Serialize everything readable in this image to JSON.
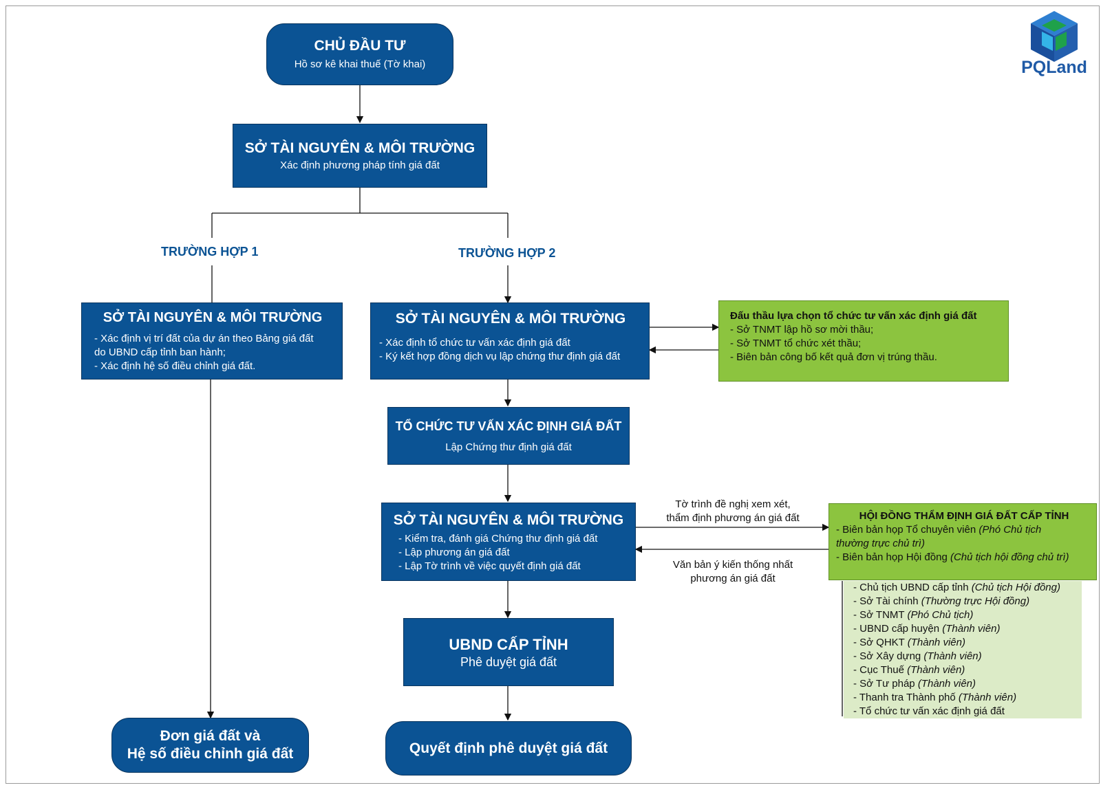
{
  "logo": {
    "text": "PQLand",
    "accent": "#1f5aa6",
    "icon": "cube-logo-icon"
  },
  "colors": {
    "box": "#0b5394",
    "green": "#8cc43f",
    "light_green": "#dcebc7",
    "label": "#0b5394"
  },
  "top": {
    "title": "CHỦ ĐẦU TƯ",
    "sub": "Hồ sơ kê khai thuế (Tờ khai)"
  },
  "step1": {
    "title": "SỞ TÀI NGUYÊN & MÔI TRƯỜNG",
    "sub": "Xác định phương pháp tính giá đất"
  },
  "case1": {
    "label": "TRƯỜNG HỢP 1"
  },
  "case2": {
    "label": "TRƯỜNG HỢP 2"
  },
  "case1_box": {
    "title": "SỞ TÀI NGUYÊN & MÔI TRƯỜNG",
    "items": [
      "- Xác định vị trí đất của dự án theo Bảng giá đất",
      "do UBND cấp tỉnh ban hành;",
      "- Xác định hệ số điều chỉnh giá đất."
    ]
  },
  "case1_result": {
    "line1": "Đơn giá đất và",
    "line2": "Hệ số điều chỉnh giá đất"
  },
  "case2_box": {
    "title": "SỞ TÀI NGUYÊN & MÔI TRƯỜNG",
    "items": [
      "- Xác định tổ chức tư vấn xác định giá đất",
      "- Ký kết hợp đồng dịch vụ lập chứng thư định giá đất"
    ]
  },
  "bidding": {
    "title": "Đấu thầu lựa chọn tổ chức tư vấn xác định giá đất",
    "items": [
      "- Sở TNMT lập hồ sơ mời thầu;",
      "- Sở TNMT tổ chức xét thầu;",
      "- Biên bản công bố kết quả đơn vị trúng thầu."
    ]
  },
  "consult": {
    "title": "TỔ CHỨC TƯ VẤN XÁC ĐỊNH GIÁ ĐẤT",
    "sub": "Lập Chứng thư định giá đất"
  },
  "review": {
    "title": "SỞ TÀI NGUYÊN & MÔI TRƯỜNG",
    "items": [
      "- Kiểm tra, đánh giá Chứng thư định giá đất",
      "- Lập phương án giá đất",
      "- Lập Tờ trình về việc quyết định giá đất"
    ]
  },
  "note_to": {
    "line1": "Tờ trình đề nghị xem xét,",
    "line2": "thẩm định phương án giá đất"
  },
  "note_back": {
    "line1": "Văn bản ý kiến thống nhất",
    "line2": "phương án giá đất"
  },
  "council": {
    "title": "HỘI ĐỒNG THẨM ĐỊNH GIÁ ĐẤT CẤP TỈNH",
    "items": [
      {
        "text": "- Biên bản họp Tổ chuyên viên ",
        "role": "(Phó Chủ tịch"
      },
      {
        "text": "",
        "role": "thường trực chủ trì)"
      },
      {
        "text": "- Biên bản họp Hội đồng ",
        "role": "(Chủ tịch hội đồng chủ trì)"
      }
    ]
  },
  "members": [
    {
      "text": "- Chủ tịch UBND cấp tỉnh ",
      "role": "(Chủ tịch Hội đồng)"
    },
    {
      "text": "- Sở Tài chính ",
      "role": "(Thường trực Hội đồng)"
    },
    {
      "text": "- Sở TNMT ",
      "role": "(Phó Chủ tịch)"
    },
    {
      "text": "- UBND cấp huyện ",
      "role": "(Thành viên)"
    },
    {
      "text": "- Sở QHKT ",
      "role": "(Thành viên)"
    },
    {
      "text": "- Sở Xây dựng ",
      "role": "(Thành viên)"
    },
    {
      "text": "- Cục Thuế ",
      "role": "(Thành viên)"
    },
    {
      "text": "- Sở Tư pháp ",
      "role": "(Thành viên)"
    },
    {
      "text": "- Thanh tra Thành phố ",
      "role": "(Thành viên)"
    },
    {
      "text": "- Tổ chức tư vấn xác định giá đất",
      "role": ""
    }
  ],
  "province": {
    "title": "UBND CẤP TỈNH",
    "sub": "Phê duyệt giá đất"
  },
  "final": {
    "title": "Quyết định phê duyệt giá đất"
  }
}
